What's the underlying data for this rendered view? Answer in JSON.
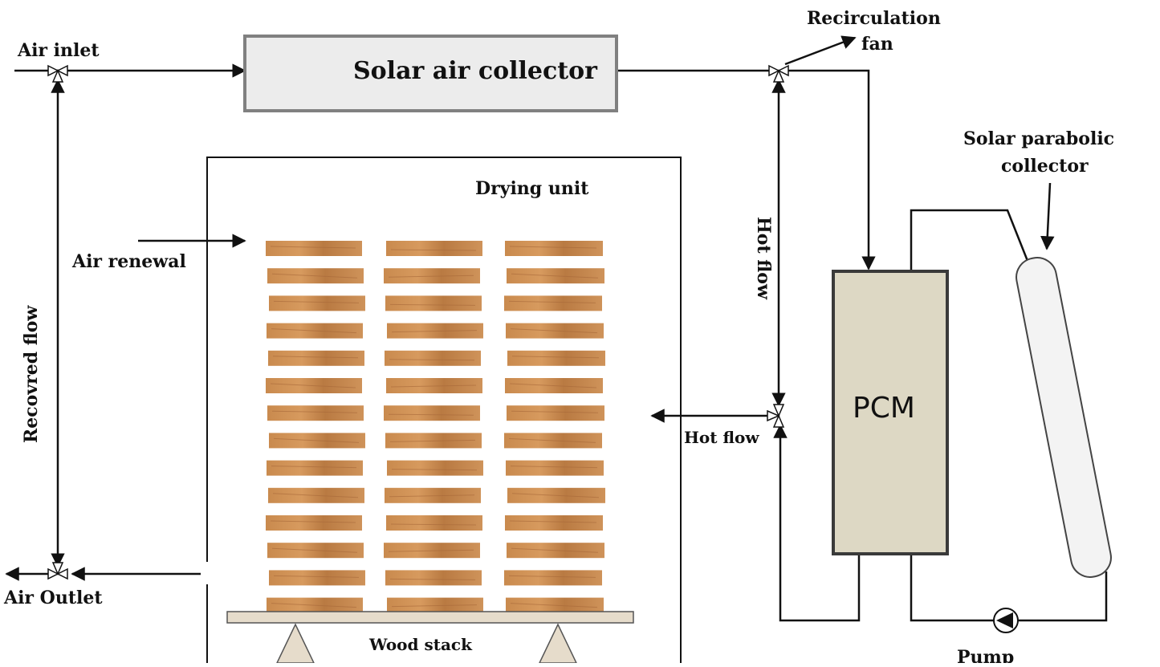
{
  "labels": {
    "air_inlet": "Air inlet",
    "solar_air_collector": "Solar air collector",
    "recirculation_fan_line1": "Recirculation",
    "recirculation_fan_line2": "fan",
    "solar_parabolic_line1": "Solar parabolic",
    "solar_parabolic_line2": "collector",
    "drying_unit": "Drying unit",
    "air_renewal": "Air renewal",
    "recovered_flow": "Recovred flow",
    "hot_flow_vertical": "Hot  flow",
    "hot_flow_horizontal": "Hot flow",
    "pcm": "PCM",
    "air_outlet": "Air Outlet",
    "wood_stack": "Wood stack",
    "pump": "Pump"
  },
  "colors": {
    "line": "#111111",
    "collector_fill": "#ececec",
    "collector_border": "#808080",
    "pcm_fill": "#ddd8c4",
    "pcm_border": "#3a3a3a",
    "wood": "#c98a4e",
    "wood_grain": "#a8693a",
    "base": "#e6dccb",
    "tube_fill": "#f3f3f3"
  },
  "wood_stack": {
    "columns": 3,
    "rows": 14
  }
}
